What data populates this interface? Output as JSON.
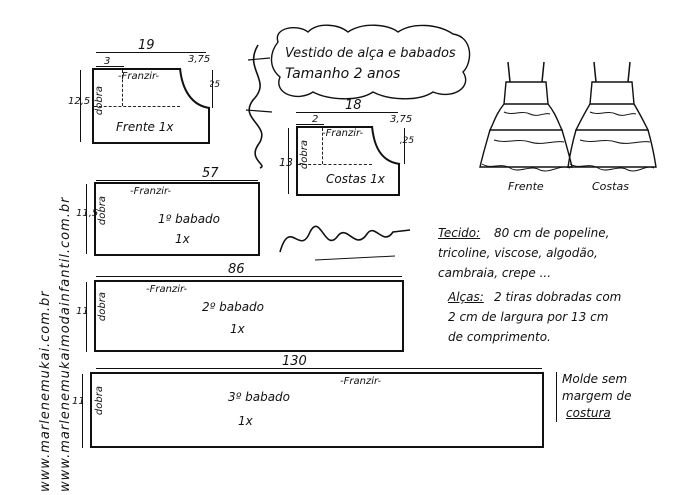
{
  "websites": [
    "www.marlenemukai.com.br",
    "www.marlenemukaimodainfantil.com.br"
  ],
  "title": {
    "line1": "Vestido de alça e babados",
    "line2": "Tamanho 2 anos"
  },
  "pieces": {
    "front": {
      "label": "Frente 1x",
      "width": "19",
      "height": "12,5",
      "fold_label": "dobra",
      "gather_label": "Franzir",
      "offset_left": "3",
      "offset_right": "3,75",
      "armhole_depth": "6,25"
    },
    "back": {
      "label": "Costas 1x",
      "width": "18",
      "height": "13",
      "fold_label": "dobra",
      "gather_label": "Franzir",
      "offset_left": "2",
      "offset_right": "3,75",
      "armhole_depth": "6,25"
    },
    "ruffle1": {
      "name": "1º babado",
      "qty": "1x",
      "width": "57",
      "height": "11,5",
      "fold_label": "dobra",
      "gather_label": "Franzir"
    },
    "ruffle2": {
      "name": "2º babado",
      "qty": "1x",
      "width": "86",
      "height": "11",
      "fold_label": "dobra",
      "gather_label": "Franzir"
    },
    "ruffle3": {
      "name": "3º babado",
      "qty": "1x",
      "width": "130",
      "height": "11",
      "fold_label": "dobra",
      "gather_label": "Franzir"
    }
  },
  "illustrations": {
    "front_label": "Frente",
    "back_label": "Costas"
  },
  "notes": {
    "fabric_heading": "Tecido:",
    "fabric_lines": [
      "80 cm de popeline,",
      "tricoline, viscose, algodão,",
      "cambraia, crepe ..."
    ],
    "straps_heading": "Alças:",
    "straps_lines": [
      "2 tiras dobradas com",
      "2 cm de largura por 13 cm",
      "de comprimento."
    ]
  },
  "seam_note": [
    "Molde sem",
    "margem de",
    "costura"
  ]
}
